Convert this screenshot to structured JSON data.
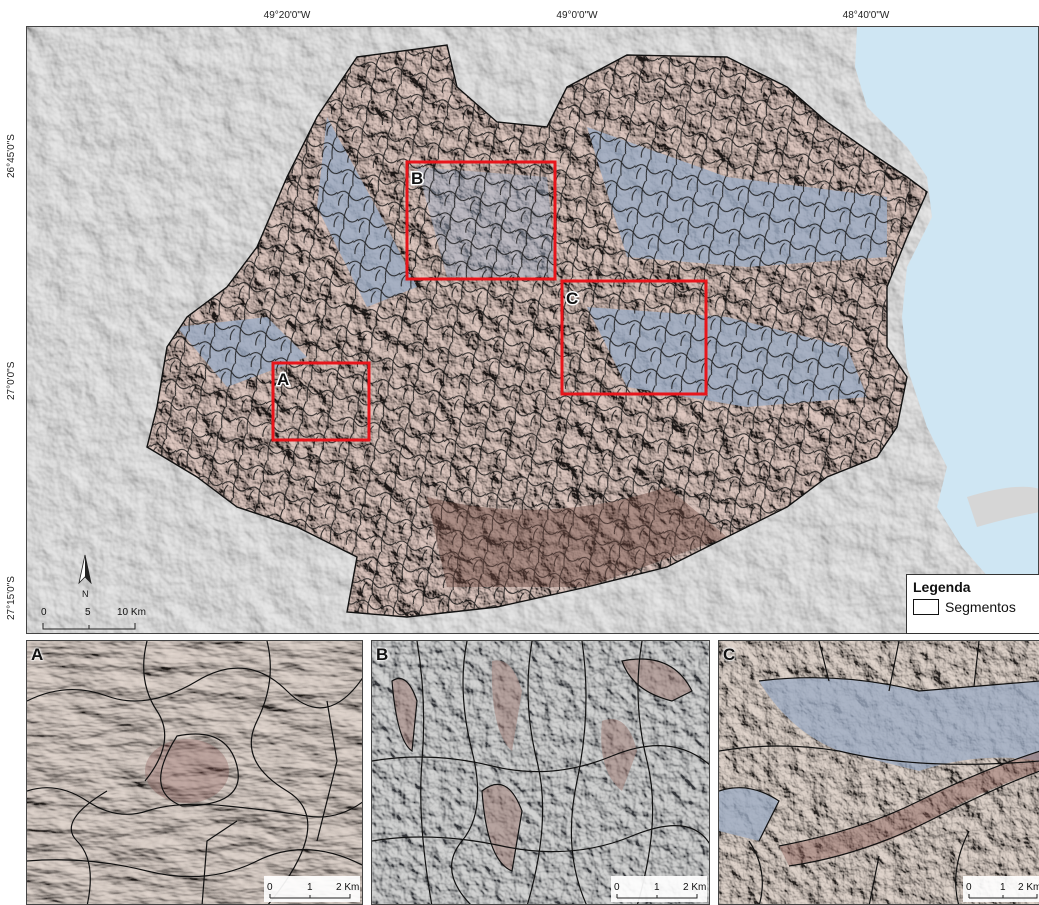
{
  "graticule": {
    "top": [
      "49°20'0\"W",
      "49°0'0\"W",
      "48°40'0\"W"
    ],
    "left": [
      "26°45'0\"S",
      "27°0'0\"S",
      "27°15'0\"S"
    ]
  },
  "main_map": {
    "zoom_box_labels": [
      "A",
      "B",
      "C"
    ],
    "north_arrow": "N",
    "scale_bar": {
      "ticks": [
        "0",
        "5",
        "10 Km"
      ]
    }
  },
  "legend": {
    "title": "Legenda",
    "items": [
      {
        "label": "Segmentos"
      }
    ]
  },
  "insets": [
    {
      "letter": "A",
      "scale_ticks": [
        "0",
        "1",
        "2 Km"
      ]
    },
    {
      "letter": "B",
      "scale_ticks": [
        "0",
        "1",
        "2 Km"
      ]
    },
    {
      "letter": "C",
      "scale_ticks": [
        "0",
        "1",
        "2 Km"
      ]
    }
  ],
  "colors": {
    "zoom_box": "#e8151b",
    "segment_line": "#111111",
    "ocean": "#cfe6f3",
    "terrain": "#d9d9d9",
    "relief_light": "#c9b2a9",
    "relief_dark": "#7f5d54",
    "valley": "#9eadc4"
  },
  "icons": [
    "north-arrow-icon",
    "scale-bar-icon"
  ]
}
